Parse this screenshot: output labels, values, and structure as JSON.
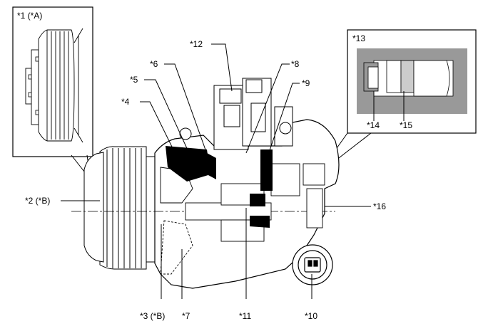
{
  "labels": {
    "l1": "*1 (*A)",
    "l2": "*2 (*B)",
    "l3": "*3 (*B)",
    "l4": "*4",
    "l5": "*5",
    "l6": "*6",
    "l7": "*7",
    "l8": "*8",
    "l9": "*9",
    "l10": "*10",
    "l11": "*11",
    "l12": "*12",
    "l13": "*13",
    "l14": "*14",
    "l15": "*15",
    "l16": "*16"
  }
}
